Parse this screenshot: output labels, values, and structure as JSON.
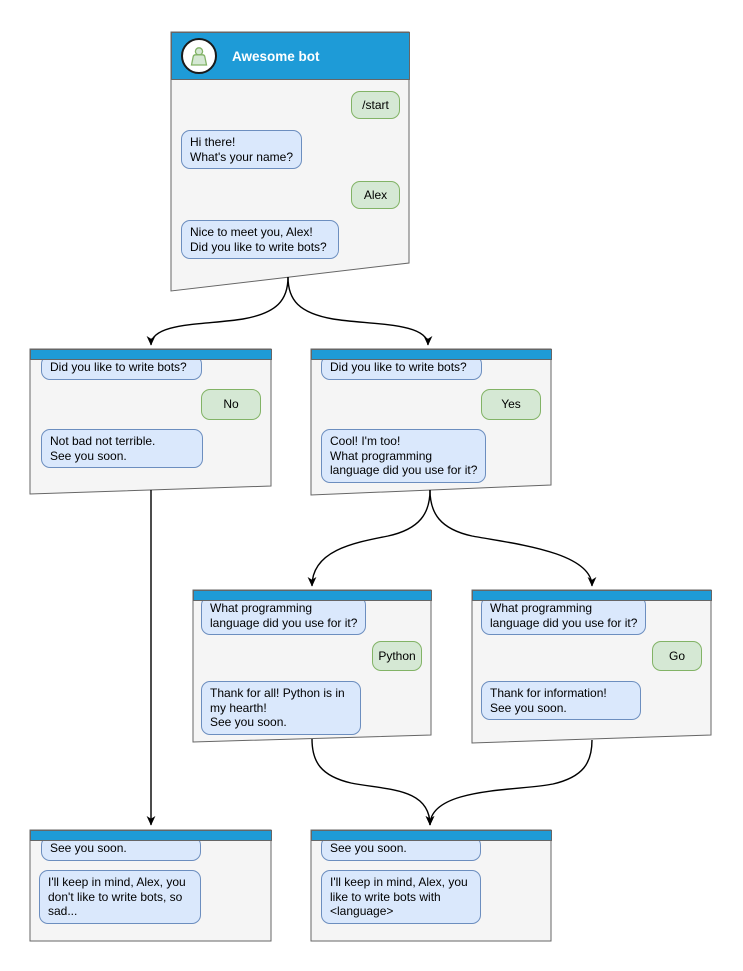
{
  "colors": {
    "header_blue": "#1e9bd7",
    "window_fill": "#f5f5f5",
    "window_border": "#666666",
    "bot_bubble_fill": "#dae8fc",
    "bot_bubble_border": "#6c8ebf",
    "user_bubble_fill": "#d5e8d4",
    "user_bubble_border": "#82b366",
    "arrow": "#000000",
    "title_text": "#ffffff"
  },
  "windows": {
    "main": {
      "title": "Awesome bot",
      "avatar_icon": "person-icon",
      "user1": "/start",
      "bot1": "Hi there!\nWhat's your name?",
      "user2": "Alex",
      "bot2": "Nice to meet you, Alex!\nDid you like to write bots?"
    },
    "no_branch": {
      "bot1": "Did you like to write bots?",
      "user1": "No",
      "bot2": "Not bad not terrible.\nSee you soon."
    },
    "yes_branch": {
      "bot1": "Did you like to write bots?",
      "user1": "Yes",
      "bot2": "Cool! I'm too!\nWhat programming\nlanguage did you use for it?"
    },
    "python_branch": {
      "bot1": "What programming\nlanguage did you use for it?",
      "user1": "Python",
      "bot2": "Thank for all! Python is in\nmy hearth!\nSee you soon."
    },
    "go_branch": {
      "bot1": "What programming\nlanguage did you use for it?",
      "user1": "Go",
      "bot2": "Thank for information!\nSee you soon."
    },
    "end_no": {
      "bot1": "See you soon.",
      "bot2": "I'll keep in mind, Alex, you\ndon't like to write bots, so\nsad..."
    },
    "end_yes": {
      "bot1": "See you soon.",
      "bot2": "I'll keep in mind, Alex, you\nlike to write bots with\n<language>"
    }
  },
  "edges": [
    {
      "from": "main",
      "to": "no_branch"
    },
    {
      "from": "main",
      "to": "yes_branch"
    },
    {
      "from": "no_branch",
      "to": "end_no"
    },
    {
      "from": "yes_branch",
      "to": "python_branch"
    },
    {
      "from": "yes_branch",
      "to": "go_branch"
    },
    {
      "from": "python_branch",
      "to": "end_yes"
    },
    {
      "from": "go_branch",
      "to": "end_yes"
    }
  ]
}
